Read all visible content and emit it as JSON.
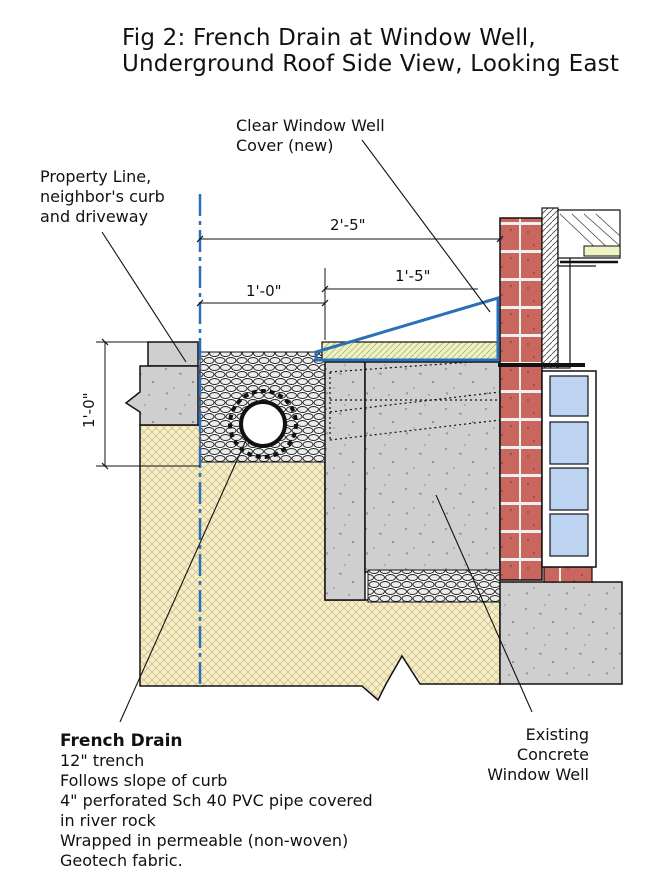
{
  "title": {
    "line1": "Fig 2: French Drain at Window Well,",
    "line2": "Underground Roof Side View, Looking East"
  },
  "labels": {
    "window_cover": [
      "Clear Window Well",
      "Cover (new)"
    ],
    "property_line": [
      "Property Line,",
      "neighbor's curb",
      "and driveway"
    ],
    "existing_well": [
      "Existing",
      "Concrete",
      "Window Well"
    ]
  },
  "dimensions": {
    "overall_width": "2'-5\"",
    "trench_width": "1'-0\"",
    "cover_width": "1'-5\"",
    "trench_depth": "1'-0\""
  },
  "french_drain_note": {
    "title": "French Drain",
    "lines": [
      "12\" trench",
      "Follows slope of curb",
      "4\" perforated Sch 40 PVC pipe covered",
      "in river rock",
      "Wrapped in permeable (non-woven)",
      "Geotech fabric."
    ]
  },
  "colors": {
    "concrete": "#cfcfcf",
    "brick": "#c9675e",
    "glass_block": "#bcd3f2",
    "soil_hatch": "#f4ecc6",
    "cover_blue": "#2a6fb8",
    "property_line_blue": "#2a6fb8"
  }
}
